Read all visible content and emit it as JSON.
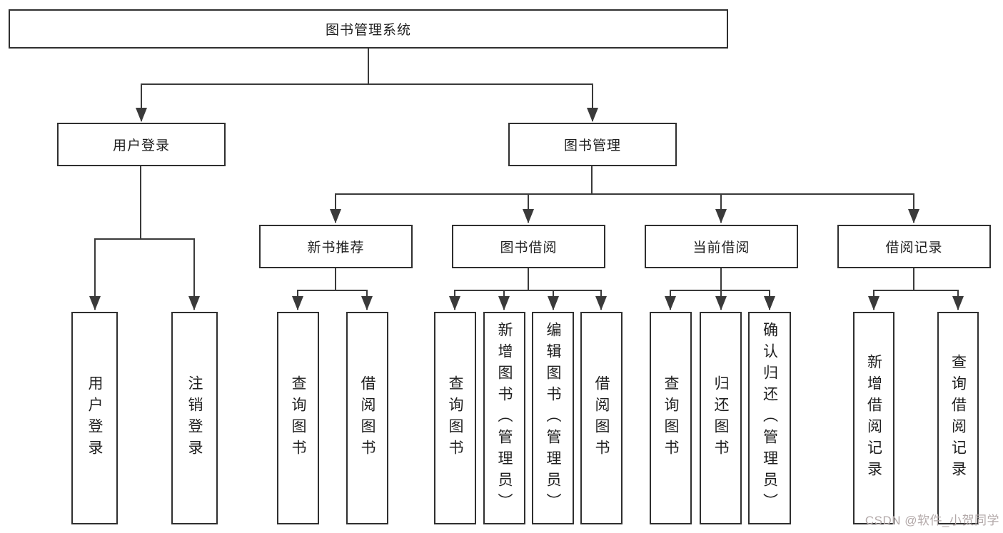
{
  "page": {
    "watermark": "CSDN @软件_小贺同学"
  },
  "colors": {
    "background": "#ffffff",
    "box_border": "#2f2f2f",
    "connector_line": "#3a3a3a",
    "text": "#1f1f1f",
    "watermark_text": "#b3a9a9"
  },
  "tree": {
    "root": {
      "label": "图书管理系统"
    },
    "branches": [
      {
        "label": "用户登录",
        "children": [
          {
            "label": "用户登录"
          },
          {
            "label": "注销登录"
          }
        ]
      },
      {
        "label": "图书管理",
        "groups": [
          {
            "label": "新书推荐",
            "children": [
              {
                "label": "查询图书"
              },
              {
                "label": "借阅图书"
              }
            ]
          },
          {
            "label": "图书借阅",
            "children": [
              {
                "label": "查询图书"
              },
              {
                "label": "新增图书（管理员）"
              },
              {
                "label": "编辑图书（管理员）"
              },
              {
                "label": "借阅图书"
              }
            ]
          },
          {
            "label": "当前借阅",
            "children": [
              {
                "label": "查询图书"
              },
              {
                "label": "归还图书"
              },
              {
                "label": "确认归还（管理员）"
              }
            ]
          },
          {
            "label": "借阅记录",
            "children": [
              {
                "label": "新增借阅记录"
              },
              {
                "label": "查询借阅记录"
              }
            ]
          }
        ]
      }
    ]
  }
}
